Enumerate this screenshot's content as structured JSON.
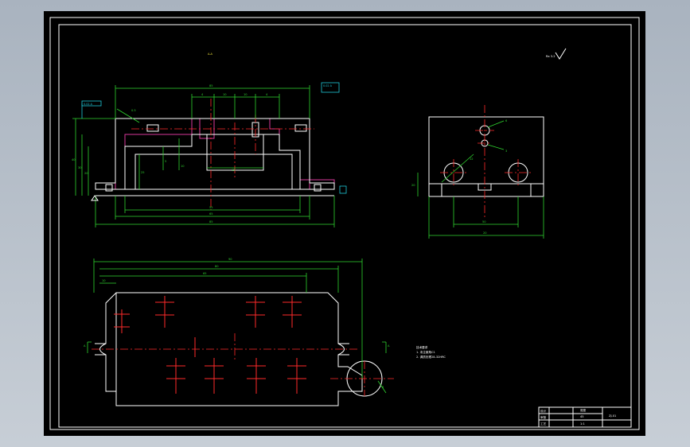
{
  "section_label": "A-A",
  "surface_finish": "Ra 3.2",
  "front_view": {
    "dims": {
      "top_total": "85",
      "seg_a": "4",
      "seg_b": "10",
      "seg_c": "10",
      "seg_d": "4",
      "inner_bottom": "15",
      "height_total": "40",
      "height_a": "30",
      "height_b": "20",
      "depth": "25",
      "small_a": "5",
      "small_b": "10",
      "bottom_1": "55",
      "bottom_2": "65",
      "bottom_3": "85",
      "angle": "0.5",
      "tolerance_1": "0.02 A",
      "tolerance_2": "0.02 A"
    }
  },
  "side_view": {
    "dims": {
      "hole_upper": "6",
      "hole_lower": "3",
      "bore": "12",
      "height": "20",
      "inner_width": "50",
      "overall_width": "20"
    }
  },
  "top_view": {
    "dims": {
      "overall": "90",
      "inner_1": "80",
      "inner_2": "65",
      "offset": "10",
      "radius": "6",
      "side_left": "A",
      "side_right": "A"
    }
  },
  "notes": {
    "heading": "技术要求",
    "lines": [
      "1. 未注倒角C1",
      "2. 调质处理28-32HRC"
    ]
  },
  "title_block": {
    "col1": [
      "设计",
      "审核",
      "工艺"
    ],
    "part_name": "底座",
    "drawing_no": "ZJ-01",
    "material": "45",
    "scale": "1:1"
  },
  "colors": {
    "outline": "#ffffff",
    "dimension": "#2fd52f",
    "centerline": "#ff2a2a",
    "section_hatch": "#d8389a",
    "text": "#f0e23a"
  }
}
